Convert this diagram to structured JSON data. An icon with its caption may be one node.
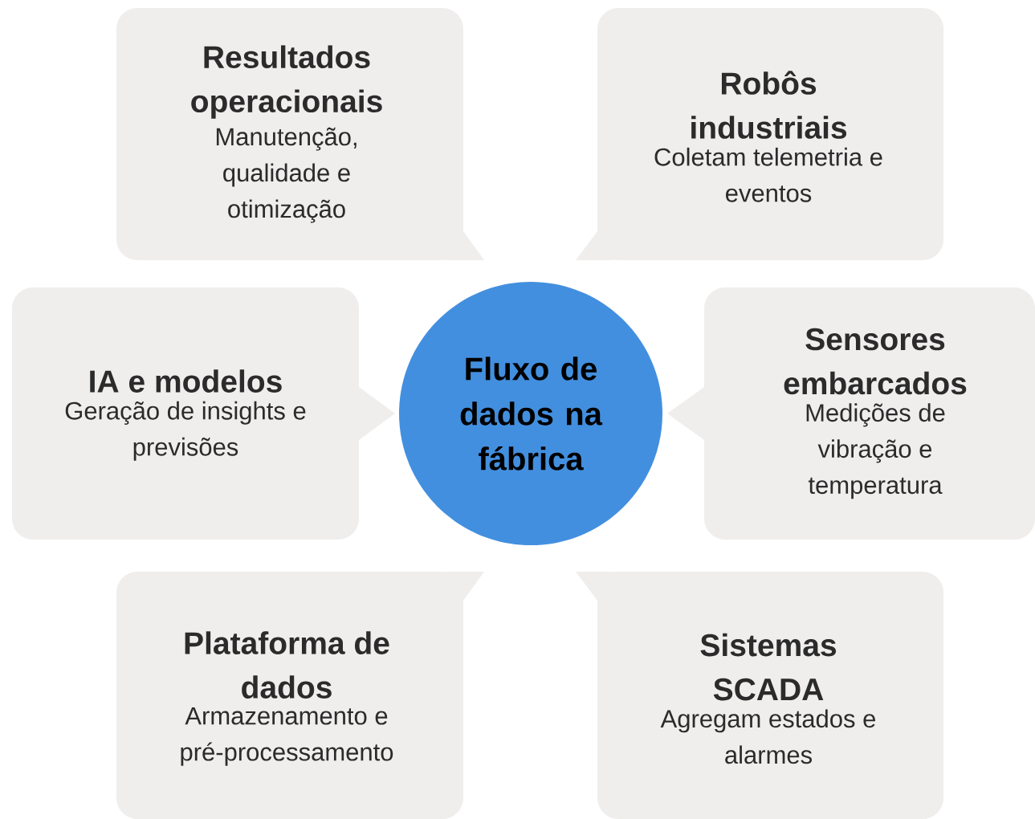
{
  "diagram": {
    "nodes": [
      {
        "text": [
          "Fluxo de dados na fábrica"
        ]
      },
      {
        "text": [
          "Resultados operacionais",
          "Manutenção, qualidade e otimização"
        ]
      },
      {
        "text": [
          "Robôs industriais",
          "Coletam telemetria e eventos"
        ]
      },
      {
        "text": [
          "IA e modelos",
          "Geração de insights e previsões"
        ]
      },
      {
        "text": [
          "Sensores embarcados",
          "Medições de vibração e temperatura"
        ]
      },
      {
        "text": [
          "Plataforma de dados",
          "Armazenamento e pré-processamento"
        ]
      },
      {
        "text": [
          "Sistemas SCADA",
          "Agregam estados e alarmes"
        ]
      }
    ]
  }
}
